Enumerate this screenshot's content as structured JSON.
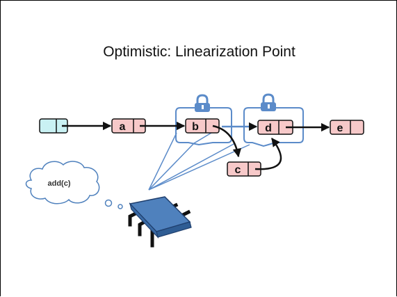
{
  "slide": {
    "title": "Optimistic: Linearization Point"
  },
  "nodes": [
    {
      "id": "head",
      "label": ""
    },
    {
      "id": "a",
      "label": "a"
    },
    {
      "id": "b",
      "label": "b"
    },
    {
      "id": "d",
      "label": "d"
    },
    {
      "id": "e",
      "label": "e"
    },
    {
      "id": "c",
      "label": "c"
    }
  ],
  "thought": {
    "text": "add(c)"
  },
  "colors": {
    "head_fill": "#c9f1f3",
    "node_fill": "#f7c9c9",
    "lock_blue": "#5b8bc9",
    "chip_blue": "#4f81bd",
    "outline": "#111111"
  }
}
